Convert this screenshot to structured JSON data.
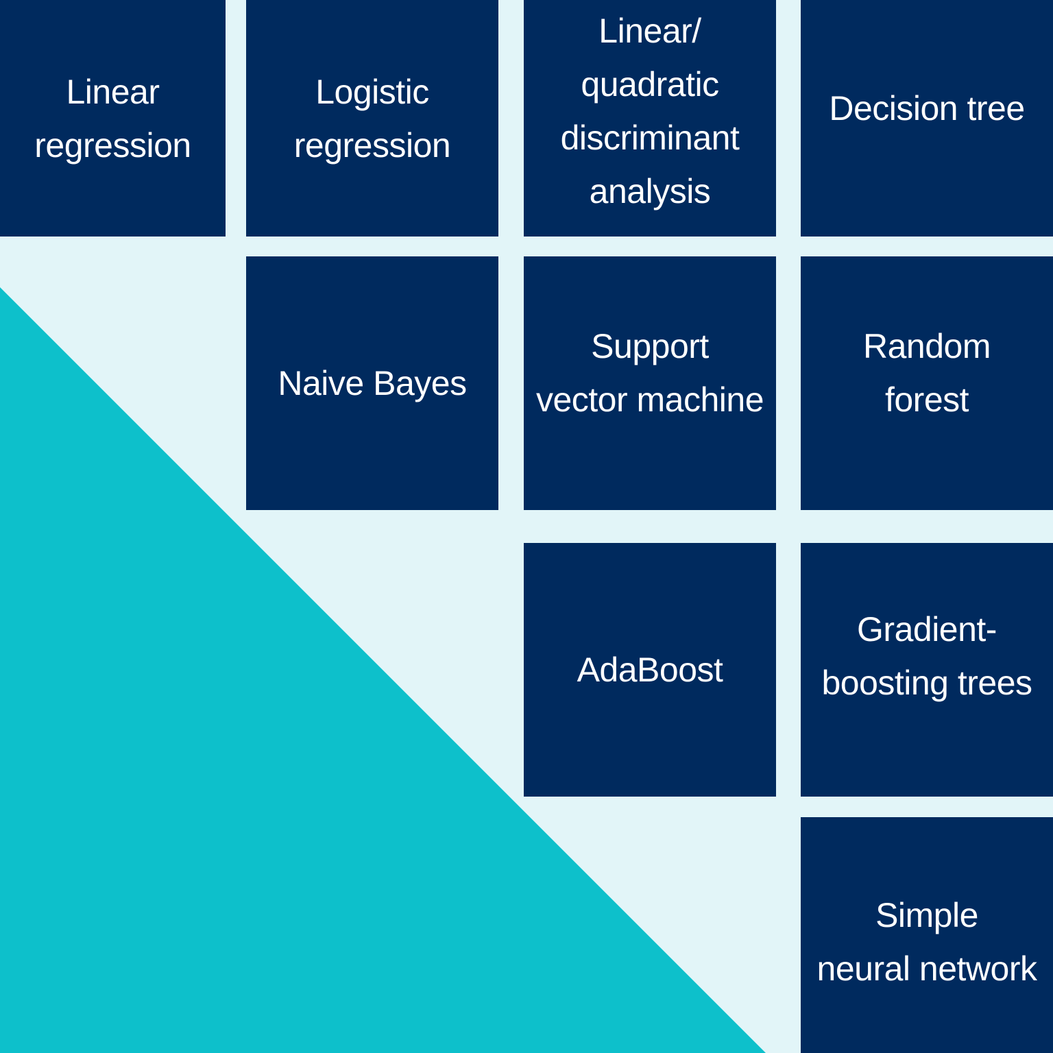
{
  "colors": {
    "background": "#e2f5f8",
    "tile": "#002a5e",
    "triangle": "#0dc0cb",
    "text": "#ffffff"
  },
  "tiles": [
    {
      "id": "linear-regression",
      "lines": [
        "Linear",
        "regression"
      ]
    },
    {
      "id": "logistic-regression",
      "lines": [
        "Logistic",
        "regression"
      ]
    },
    {
      "id": "linear-quadratic-discriminant-analysis",
      "lines": [
        "Linear/",
        "quadratic",
        "discriminant",
        "analysis"
      ]
    },
    {
      "id": "decision-tree",
      "lines": [
        "Decision tree"
      ]
    },
    {
      "id": "naive-bayes",
      "lines": [
        "Naive Bayes"
      ]
    },
    {
      "id": "support-vector-machine",
      "lines": [
        "Support",
        "vector machine"
      ]
    },
    {
      "id": "random-forest",
      "lines": [
        "Random",
        "forest"
      ]
    },
    {
      "id": "adaboost",
      "lines": [
        "AdaBoost"
      ]
    },
    {
      "id": "gradient-boosting-trees",
      "lines": [
        "Gradient-",
        "boosting trees"
      ]
    },
    {
      "id": "simple-neural-network",
      "lines": [
        "Simple",
        "neural network"
      ]
    }
  ]
}
